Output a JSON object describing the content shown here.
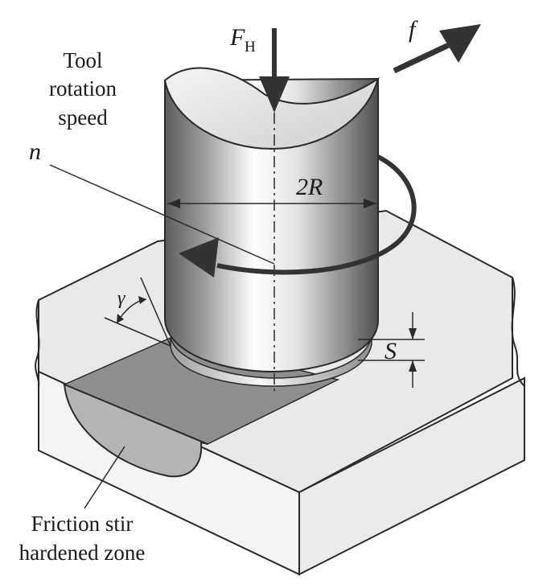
{
  "labels": {
    "tool_speed": [
      "Tool",
      "rotation",
      "speed"
    ],
    "n": "n",
    "force_main": "F",
    "force_sub": "H",
    "feed": "f",
    "diameter": "2R",
    "gamma": "γ",
    "depth": "S",
    "zone": [
      "Friction stir",
      "hardened zone"
    ]
  },
  "colors": {
    "stroke": "#2a2a2a",
    "block_top": "#e8e8ea",
    "block_front": "#f2f2f2",
    "processed_strip": "#8e8e8e",
    "hardened_zone": "#b5b5b5",
    "arrow": "#333333"
  }
}
